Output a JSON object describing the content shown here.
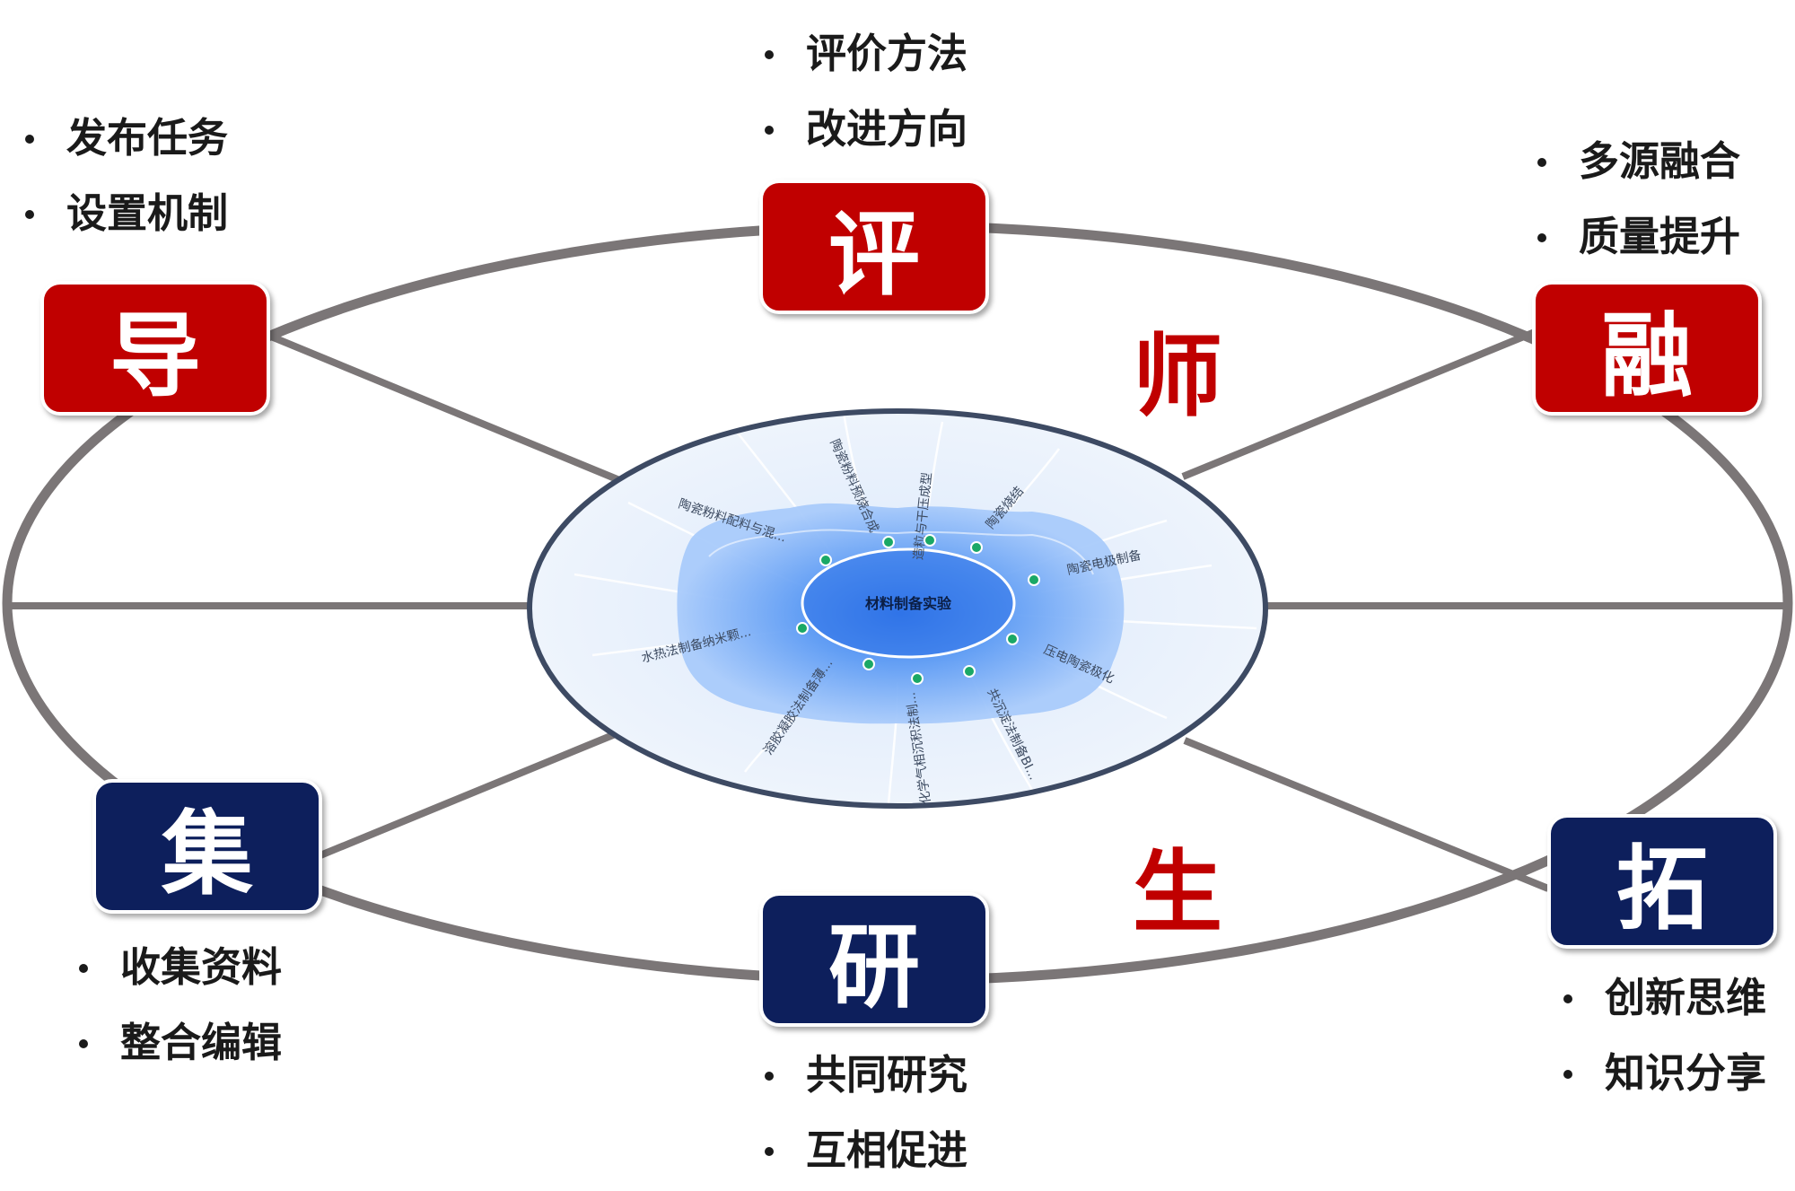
{
  "nodes": {
    "dao": {
      "label": "导",
      "items": [
        "发布任务",
        "设置机制"
      ],
      "color": "#c00000"
    },
    "ping": {
      "label": "评",
      "items": [
        "评价方法",
        "改进方向"
      ],
      "color": "#c00000"
    },
    "rong": {
      "label": "融",
      "items": [
        "多源融合",
        "质量提升"
      ],
      "color": "#c00000"
    },
    "ji": {
      "label": "集",
      "items": [
        "收集资料",
        "整合编辑"
      ],
      "color": "#0d1f5c"
    },
    "yan": {
      "label": "研",
      "items": [
        "共同研究",
        "互相促进"
      ],
      "color": "#0d1f5c"
    },
    "tuo": {
      "label": "拓",
      "items": [
        "创新思维",
        "知识分享"
      ],
      "color": "#0d1f5c"
    }
  },
  "side_labels": {
    "teacher": "师",
    "student": "生"
  },
  "center": {
    "title": "材料制备实验",
    "branches": [
      "陶瓷粉料配料与混...",
      "陶瓷粉料预烧合成",
      "造粒与干压成型",
      "陶瓷烧结",
      "陶瓷电极制备",
      "压电陶瓷极化",
      "共沉淀法制备BI...",
      "化学气相沉积法制...",
      "溶胶凝胶法制备薄...",
      "水热法制备纳米颗..."
    ]
  },
  "colors": {
    "ring": "#7b7677",
    "center_border": "#3d4a63",
    "accent_red": "#c00000",
    "accent_navy": "#0d1f5c",
    "map_blue": "#3f86f2"
  }
}
